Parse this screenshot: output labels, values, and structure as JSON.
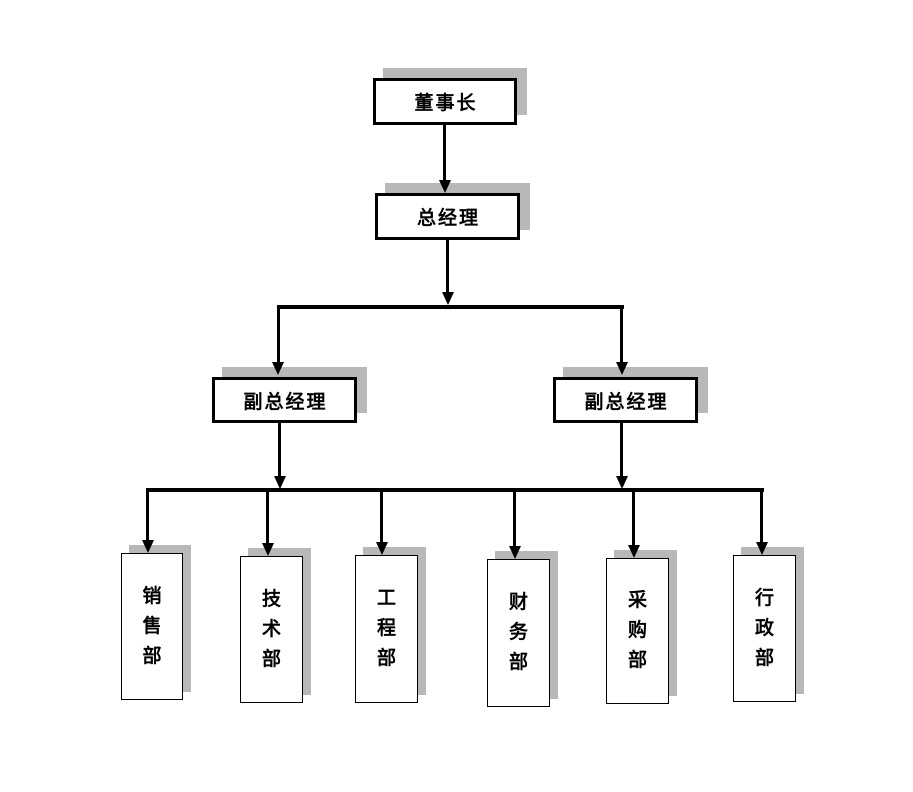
{
  "colors": {
    "background": "#ffffff",
    "box-fill": "#ffffff",
    "box-border": "#000000",
    "shadow": "#b8b8b8",
    "connector": "#000000",
    "text": "#000000"
  },
  "org_chart": {
    "type": "organization-chart",
    "nodes": {
      "chairman": {
        "label": "董事长",
        "level": 1
      },
      "general_manager": {
        "label": "总经理",
        "level": 2
      },
      "deputy_gm_left": {
        "label": "副总经理",
        "level": 3
      },
      "deputy_gm_right": {
        "label": "副总经理",
        "level": 3
      },
      "dept_sales": {
        "label": "销售部",
        "level": 4
      },
      "dept_technology": {
        "label": "技术部",
        "level": 4
      },
      "dept_engineering": {
        "label": "工程部",
        "level": 4
      },
      "dept_finance": {
        "label": "财务部",
        "level": 4
      },
      "dept_purchasing": {
        "label": "采购部",
        "level": 4
      },
      "dept_administration": {
        "label": "行政部",
        "level": 4
      }
    },
    "edges": [
      {
        "from": "chairman",
        "to": "general_manager",
        "arrow": "down"
      },
      {
        "from": "general_manager",
        "to": "deputy_gm_left",
        "arrow": "down"
      },
      {
        "from": "general_manager",
        "to": "deputy_gm_right",
        "arrow": "down"
      },
      {
        "from": "deputy_gm_left",
        "to": "departments_bus",
        "arrow": "down"
      },
      {
        "from": "deputy_gm_right",
        "to": "departments_bus",
        "arrow": "down"
      },
      {
        "from": "departments_bus",
        "to": "dept_sales",
        "arrow": "down"
      },
      {
        "from": "departments_bus",
        "to": "dept_technology",
        "arrow": "down"
      },
      {
        "from": "departments_bus",
        "to": "dept_engineering",
        "arrow": "down"
      },
      {
        "from": "departments_bus",
        "to": "dept_finance",
        "arrow": "down"
      },
      {
        "from": "departments_bus",
        "to": "dept_purchasing",
        "arrow": "down"
      },
      {
        "from": "departments_bus",
        "to": "dept_administration",
        "arrow": "down"
      }
    ]
  }
}
